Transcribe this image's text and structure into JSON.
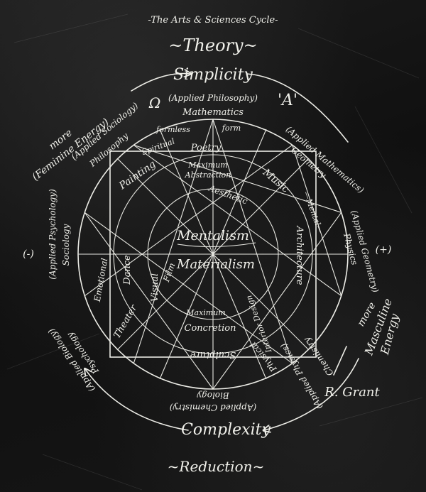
{
  "cycle_title": "-The Arts & Sciences Cycle-",
  "top": {
    "theory": "~Theory~",
    "simplicity": "Simplicity",
    "omega": "Ω",
    "alpha": "'A'"
  },
  "bottom": {
    "complexity": "Complexity",
    "reduction": "~Reduction~"
  },
  "sides": {
    "left_sign": "(-)",
    "right_sign": "(+)",
    "feminine_more": "more",
    "feminine_energy": "(Feminine Energy)",
    "masculine_more": "more",
    "masculine_energy_1": "Masculine",
    "masculine_energy_2": "Energy"
  },
  "center": {
    "mentalism": "Mentalism",
    "materialism": "Materialism",
    "maximum_abstraction_1": "Maximum",
    "maximum_abstraction_2": "Abstraction",
    "maximum_concretion_1": "Maximum",
    "maximum_concretion_2": "Concretion",
    "aesthetic": "Aesthetic",
    "formless": "formless",
    "form": "form",
    "spiritual": "Spiritual",
    "mental": "—Mental—",
    "physical": "Physical",
    "emotional": "Emotional"
  },
  "ring": {
    "applied_philosophy": "(Applied Philosophy)",
    "mathematics": "Mathematics",
    "applied_mathematics": "(Applied Mathematics)",
    "geometry": "Geometry",
    "applied_geometry": "(Applied Geometry)",
    "physics": "Physics",
    "applied_physics": "(Applied Physics)",
    "chemistry": "Chemistry",
    "applied_chemistry": "(Applied Chemistry)",
    "biology": "Biology",
    "applied_biology": "(Applied Biology)",
    "psychology": "Psychology",
    "applied_psychology": "(Applied Psychology)",
    "sociology": "Sociology",
    "applied_sociology": "(Applied Sociology)",
    "philosophy": "Philosophy"
  },
  "arts": {
    "poetry": "Poetry",
    "music": "Music",
    "architecture": "Architecture",
    "interior_design": "Interior Design",
    "sculpture": "Sculpture",
    "theater": "Theater",
    "dance": "Dance",
    "visual": "Visual",
    "film": "Film",
    "painting": "Painting"
  },
  "signature": "R. Grant"
}
